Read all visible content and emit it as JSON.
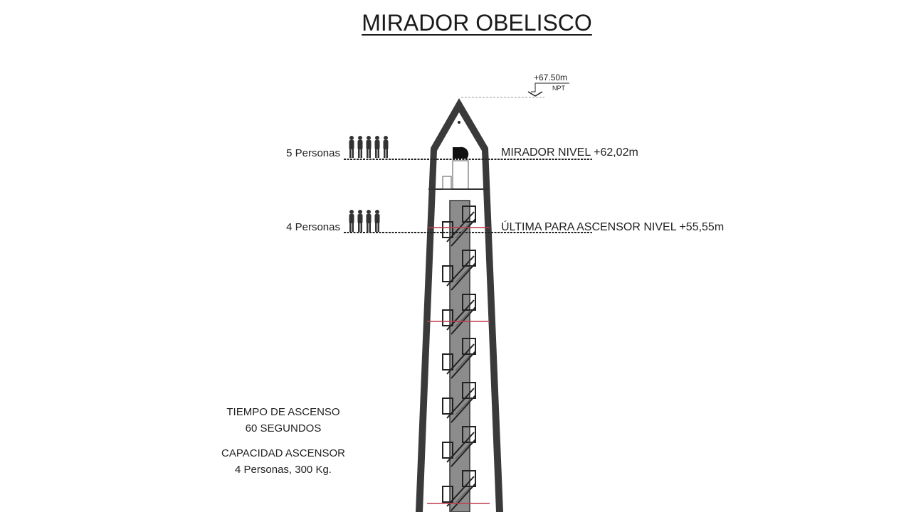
{
  "title": "MIRADOR OBELISCO",
  "top_level": {
    "elevation": "+67.50m",
    "reference": "NPT"
  },
  "levels": [
    {
      "people_label": "5 Personas",
      "people_count": 5,
      "level_label": "MIRADOR NIVEL +62,02m"
    },
    {
      "people_label": "4 Personas",
      "people_count": 4,
      "level_label": "ÚLTIMA PARA ASCENSOR NIVEL +55,55m"
    }
  ],
  "info": {
    "ascent_time_title": "TIEMPO DE ASCENSO",
    "ascent_time_value": "60 SEGUNDOS",
    "capacity_title": "CAPACIDAD ASCENSOR",
    "capacity_value": "4 Personas, 300 Kg."
  },
  "colors": {
    "wall": "#3a3a3a",
    "shaft": "#8a8a8a",
    "floor_red": "#c0394a"
  }
}
